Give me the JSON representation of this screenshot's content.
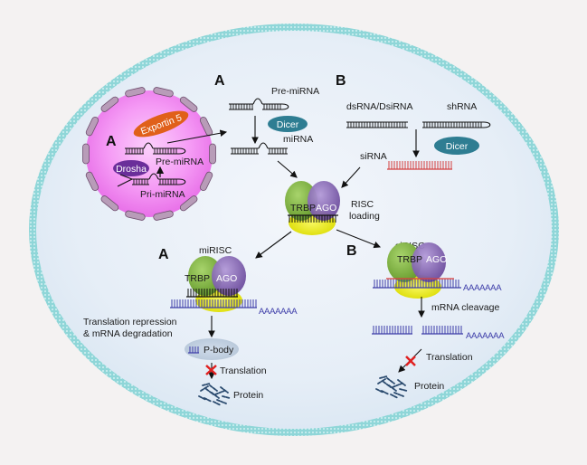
{
  "title": "miRNA and siRNA RNA interference pathways",
  "colors": {
    "background": "#f4f2f2",
    "cytoplasm": "#e4ecf6",
    "membrane": "#8fd6d8",
    "nucleus": "#f088f0",
    "nuclear_pore": "#a88ca8",
    "dicer": "#2e7d92",
    "drosha": "#6a2e9a",
    "exportin": "#e0601a",
    "trbp": "#7fb341",
    "ago": "#8a6cb4",
    "risc_core": "#e8e820",
    "sirna": "#d44040",
    "mrna": "#3c3ca8",
    "block_x": "#e02020"
  },
  "nucleus": {
    "pathway_letter": "A",
    "pre_mirna_label": "Pre-miRNA",
    "pri_mirna_label": "Pri-miRNA",
    "drosha_label": "Drosha",
    "exportin_label": "Exportin 5"
  },
  "pathway_a_top": {
    "letter": "A",
    "pre_mirna_label": "Pre-miRNA",
    "dicer_label": "Dicer",
    "mirna_label": "miRNA"
  },
  "pathway_b_top": {
    "letter": "B",
    "dsrna_label": "dsRNA/DsiRNA",
    "shrna_label": "shRNA",
    "dicer_label": "Dicer",
    "sirna_label": "siRNA"
  },
  "risc_loading": {
    "trbp_label": "TRBP",
    "ago_label": "AGO",
    "label_line1": "RISC",
    "label_line2": "loading"
  },
  "mirisc": {
    "letter": "A",
    "title": "miRISC",
    "trbp_label": "TRBP",
    "ago_label": "AGO",
    "polya": "AAAAAAA",
    "outcome_line1": "Translation repression",
    "outcome_line2": "& mRNA degradation",
    "pbody_label": "P-body",
    "translation_label": "Translation",
    "protein_label": "Protein"
  },
  "sirisc": {
    "letter": "B",
    "title": "siRISC",
    "trbp_label": "TRBP",
    "ago_label": "AGO",
    "polya": "AAAAAAA",
    "cleavage_label": "mRNA cleavage",
    "polya_cleaved": "AAAAAAA",
    "translation_label": "Translation",
    "protein_label": "Protein"
  }
}
